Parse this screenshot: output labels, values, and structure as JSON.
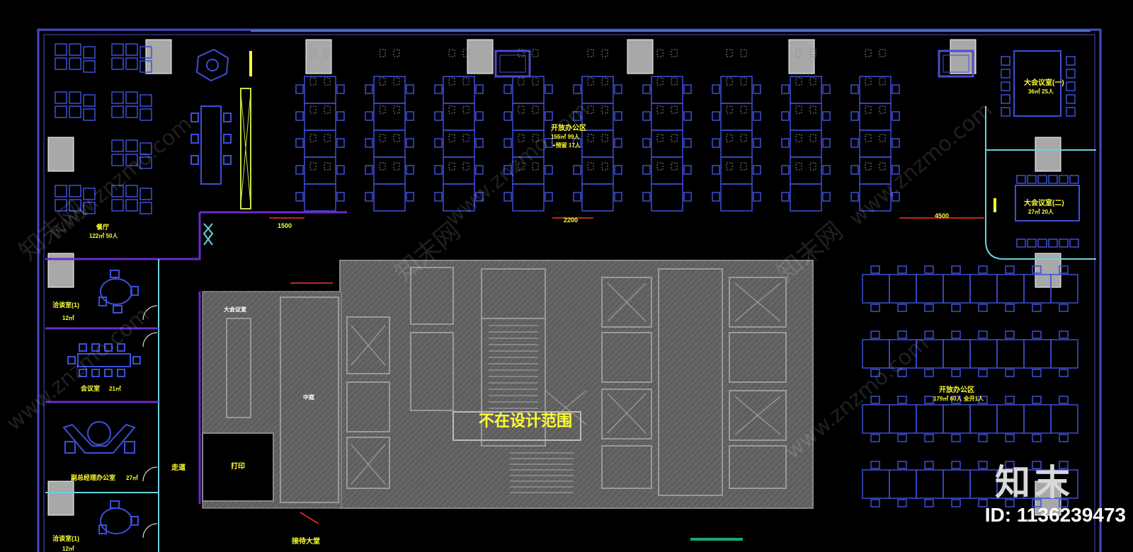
{
  "plan": {
    "center_label": "不在设计范围",
    "rooms": {
      "open_office_a_title": "开放办公区",
      "open_office_a_area": "155㎡ 99人",
      "open_office_a_sub": "+预留 17人",
      "open_office_b_title": "开放办公区",
      "open_office_b_area": "179㎡ 60人 全开1人",
      "meeting_large_1_title": "大会议室(一)",
      "meeting_large_1_area": "36㎡ 25人",
      "meeting_large_2_title": "大会议室(二)",
      "meeting_large_2_area": "27㎡ 20人",
      "restaurant_title": "餐厅",
      "restaurant_area": "122㎡ 50人",
      "negotiation_1_title": "洽谈室(1)",
      "negotiation_1_area": "12㎡",
      "meeting_room_title": "会议室",
      "meeting_room_area": "21㎡",
      "manager_office_title": "副总经理办公室",
      "manager_office_area": "27㎡",
      "negotiation_2_title": "洽谈室(1)",
      "negotiation_2_area": "12㎡",
      "corridor": "走道",
      "large_meeting_center": "大会议室",
      "print": "打印",
      "reception": "接待大堂",
      "central": "中庭"
    },
    "dimensions": [
      "1500",
      "2200",
      "4500"
    ]
  },
  "branding": {
    "watermark": "www.znzmo.com",
    "watermark_cn": "知末网",
    "logo": "知末",
    "image_id": "ID: 1136239473"
  },
  "colors": {
    "wall": "#4b4bc8",
    "desk": "#3d4fd8",
    "partition": "#6cd0e0",
    "core_gray": "#6e6e6e",
    "column": "#a8a8a8",
    "label": "#ffff33",
    "dimension": "#ff3030"
  }
}
